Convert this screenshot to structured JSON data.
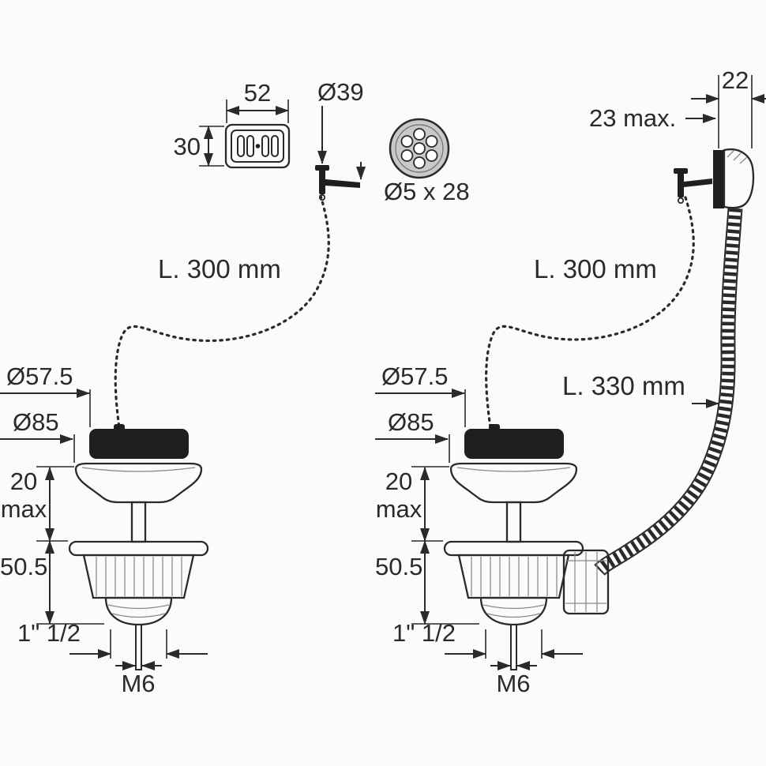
{
  "diagram": {
    "grate": {
      "width": "52",
      "height": "30"
    },
    "strainer": {
      "diameter": "Ø39"
    },
    "pin": {
      "size": "Ø5 x 28"
    },
    "chains": {
      "left_length": "L. 300 mm",
      "right_length": "L. 300 mm"
    },
    "overflow": {
      "housing_width": "22",
      "housing_depth": "23 max.",
      "hose_length": "L. 330 mm"
    },
    "drain_left": {
      "plug_diameter": "Ø57.5",
      "flange_diameter": "Ø85",
      "deck_max_value": "20",
      "deck_max_unit": "max",
      "body_height": "50.5",
      "outlet_thread": "1\" 1/2",
      "screw": "M6"
    },
    "drain_right": {
      "plug_diameter": "Ø57.5",
      "flange_diameter": "Ø85",
      "deck_max_value": "20",
      "deck_max_unit": "max",
      "body_height": "50.5",
      "outlet_thread": "1\" 1/2",
      "screw": "M6"
    }
  }
}
